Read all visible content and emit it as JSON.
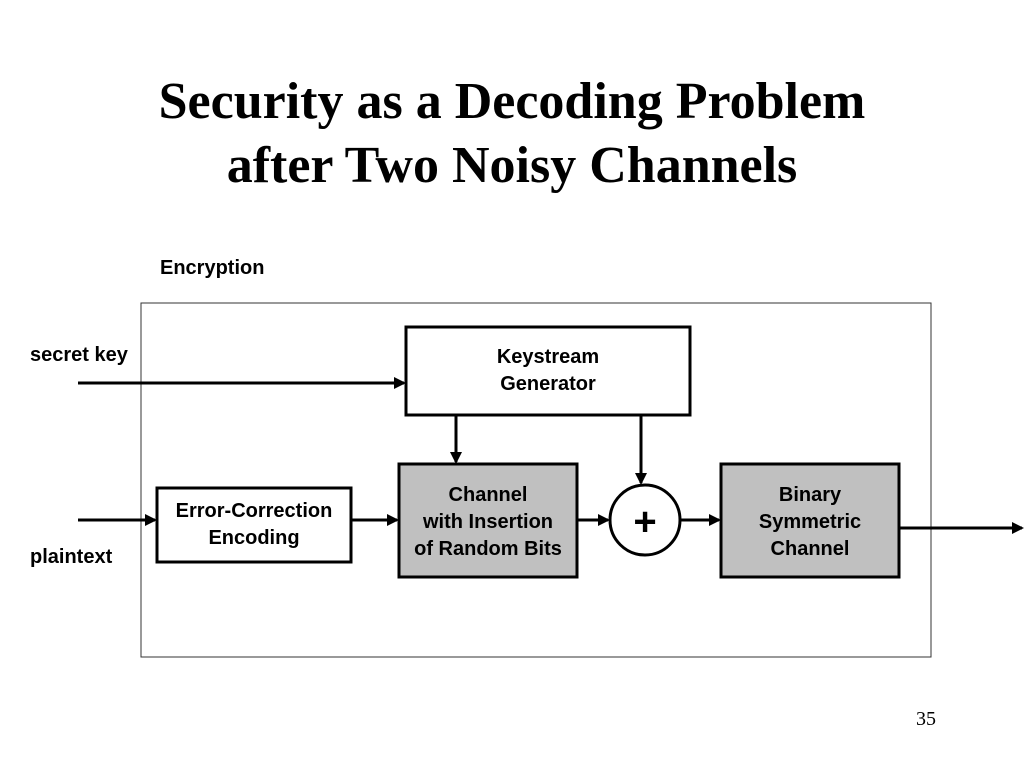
{
  "title": {
    "line1": "Security as a Decoding Problem",
    "line2": "after Two Noisy Channels"
  },
  "labels": {
    "encryption": "Encryption",
    "secret_key": "secret key",
    "plaintext": "plaintext"
  },
  "blocks": {
    "keystream": [
      "Keystream",
      "Generator"
    ],
    "error_correction": [
      "Error-Correction",
      "Encoding"
    ],
    "insertion_channel": [
      "Channel",
      "with Insertion",
      "of Random Bits"
    ],
    "xor_symbol": "+",
    "bsc": [
      "Binary",
      "Symmetric",
      "Channel"
    ]
  },
  "colors": {
    "noisy_block_fill": "#c0c0c0",
    "block_fill": "#ffffff",
    "line": "#000000"
  },
  "page_number": "35"
}
